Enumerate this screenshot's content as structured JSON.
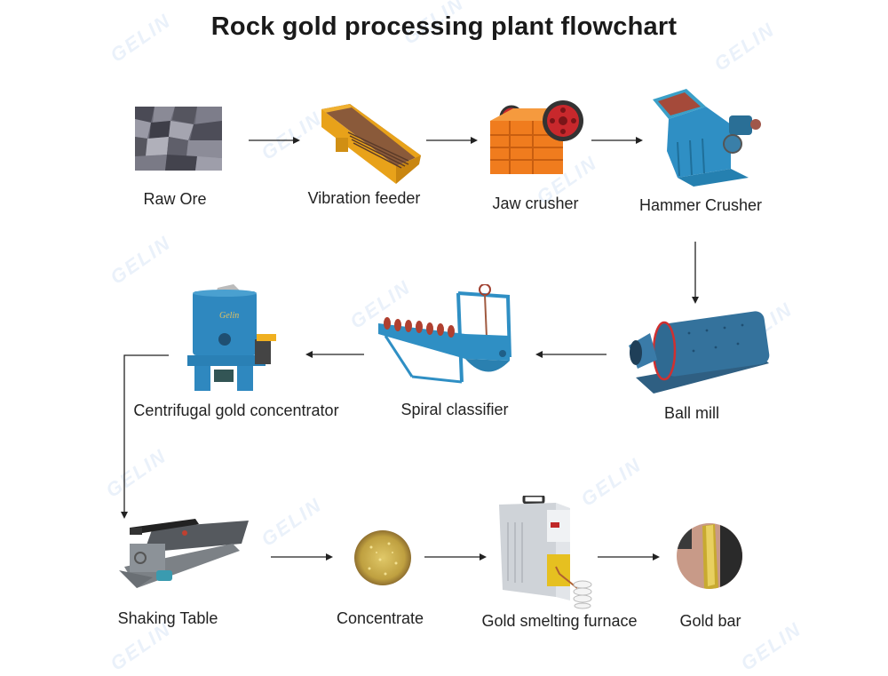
{
  "title": "Rock gold processing plant flowchart",
  "watermark": "GELIN",
  "colors": {
    "arrow": "#222222",
    "feeder_yellow": "#e8a21a",
    "jaw_orange": "#f07c1e",
    "wheel_red": "#c8282c",
    "equipment_blue": "#2f8fc4",
    "mill_blue": "#2f6f96",
    "ore_gray": "#5a5a66",
    "concentrate_gold": "#c9a43a",
    "furnace_gray": "#d9dde2"
  },
  "nodes": [
    {
      "id": "raw-ore",
      "label": "Raw Ore",
      "icon": "ore-rocks-icon"
    },
    {
      "id": "vibration-feeder",
      "label": "Vibration feeder",
      "icon": "vibration-feeder-icon"
    },
    {
      "id": "jaw-crusher",
      "label": "Jaw crusher",
      "icon": "jaw-crusher-icon"
    },
    {
      "id": "hammer-crusher",
      "label": "Hammer Crusher",
      "icon": "hammer-crusher-icon"
    },
    {
      "id": "ball-mill",
      "label": "Ball mill",
      "icon": "ball-mill-icon"
    },
    {
      "id": "spiral-classifier",
      "label": "Spiral classifier",
      "icon": "spiral-classifier-icon"
    },
    {
      "id": "centrifugal-gold-concentrator",
      "label": "Centrifugal gold concentrator",
      "icon": "centrifugal-concentrator-icon"
    },
    {
      "id": "shaking-table",
      "label": "Shaking Table",
      "icon": "shaking-table-icon"
    },
    {
      "id": "concentrate",
      "label": "Concentrate",
      "icon": "gold-concentrate-icon"
    },
    {
      "id": "gold-smelting-furnace",
      "label": "Gold smelting furnace",
      "icon": "smelting-furnace-icon"
    },
    {
      "id": "gold-bar",
      "label": "Gold bar",
      "icon": "gold-bar-icon"
    }
  ],
  "edges": [
    {
      "from": "raw-ore",
      "to": "vibration-feeder",
      "direction": "right"
    },
    {
      "from": "vibration-feeder",
      "to": "jaw-crusher",
      "direction": "right"
    },
    {
      "from": "jaw-crusher",
      "to": "hammer-crusher",
      "direction": "right"
    },
    {
      "from": "hammer-crusher",
      "to": "ball-mill",
      "direction": "down"
    },
    {
      "from": "ball-mill",
      "to": "spiral-classifier",
      "direction": "left"
    },
    {
      "from": "spiral-classifier",
      "to": "centrifugal-gold-concentrator",
      "direction": "left"
    },
    {
      "from": "centrifugal-gold-concentrator",
      "to": "shaking-table",
      "direction": "left-then-down"
    },
    {
      "from": "shaking-table",
      "to": "concentrate",
      "direction": "right"
    },
    {
      "from": "concentrate",
      "to": "gold-smelting-furnace",
      "direction": "right"
    },
    {
      "from": "gold-smelting-furnace",
      "to": "gold-bar",
      "direction": "right"
    }
  ]
}
